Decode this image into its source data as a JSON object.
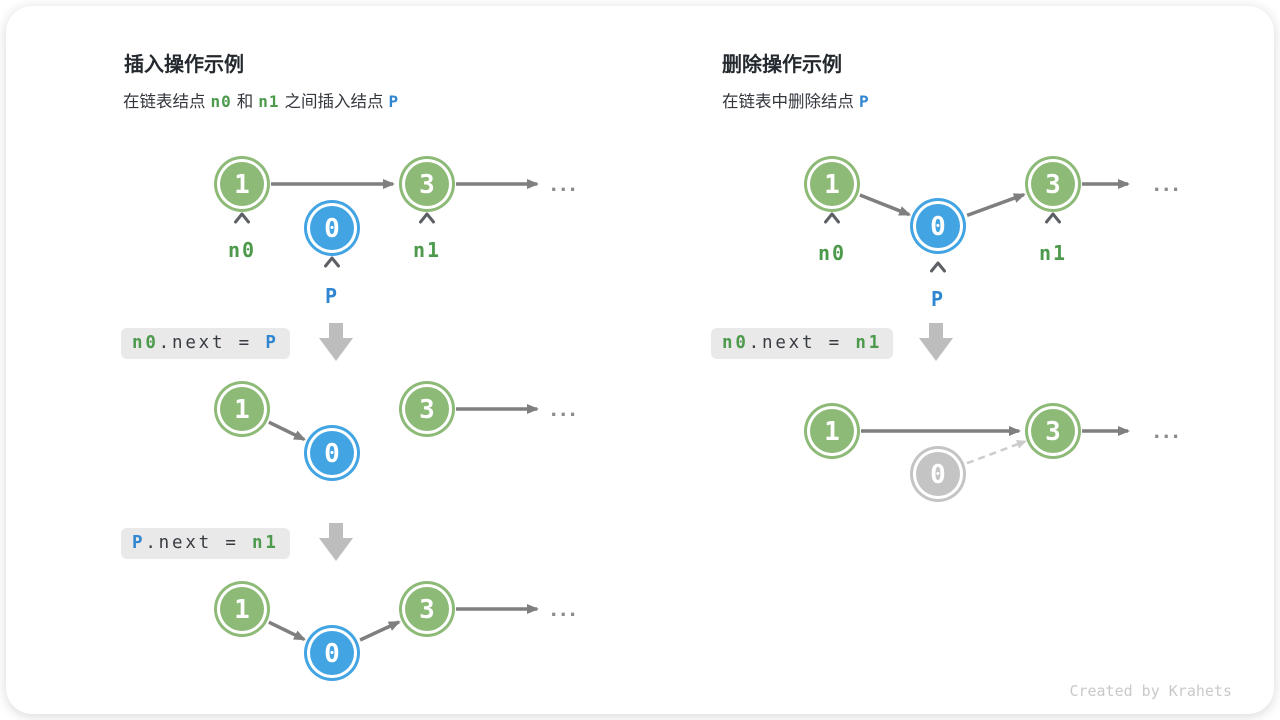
{
  "colors": {
    "node_green": "#8dba77",
    "node_blue": "#42a4e2",
    "node_gray": "#c4c4c4",
    "label_green": "#4d9a4d",
    "label_blue": "#2f86d1",
    "arrow_gray": "#7f7f7f",
    "dashed_gray": "#cccccc",
    "code_bg": "#e9e9e9",
    "block_arrow_gray": "#bdbdbd"
  },
  "nodes": {
    "n1_value": "1",
    "n3_value": "3",
    "n0_value": "0"
  },
  "ellipsis": "...",
  "insert": {
    "title": "插入操作示例",
    "subtitle": {
      "part1": "在链表结点",
      "n0": "n0",
      "part2": "和",
      "n1": "n1",
      "part3": "之间插入结点",
      "p": "P"
    },
    "labels": {
      "n0": "n0",
      "n1": "n1",
      "p": "P"
    },
    "code_step1": {
      "lhs": "n0",
      "mid": ".next = ",
      "rhs": "P"
    },
    "code_step2": {
      "lhs": "P",
      "mid": ".next = ",
      "rhs": "n1"
    }
  },
  "delete": {
    "title": "删除操作示例",
    "subtitle": {
      "part1": "在链表中删除结点",
      "p": "P"
    },
    "labels": {
      "n0": "n0",
      "n1": "n1",
      "p": "P"
    },
    "code_step1": {
      "lhs": "n0",
      "mid": ".next = ",
      "rhs": "n1"
    }
  },
  "footer": {
    "credit": "Created by Krahets"
  }
}
